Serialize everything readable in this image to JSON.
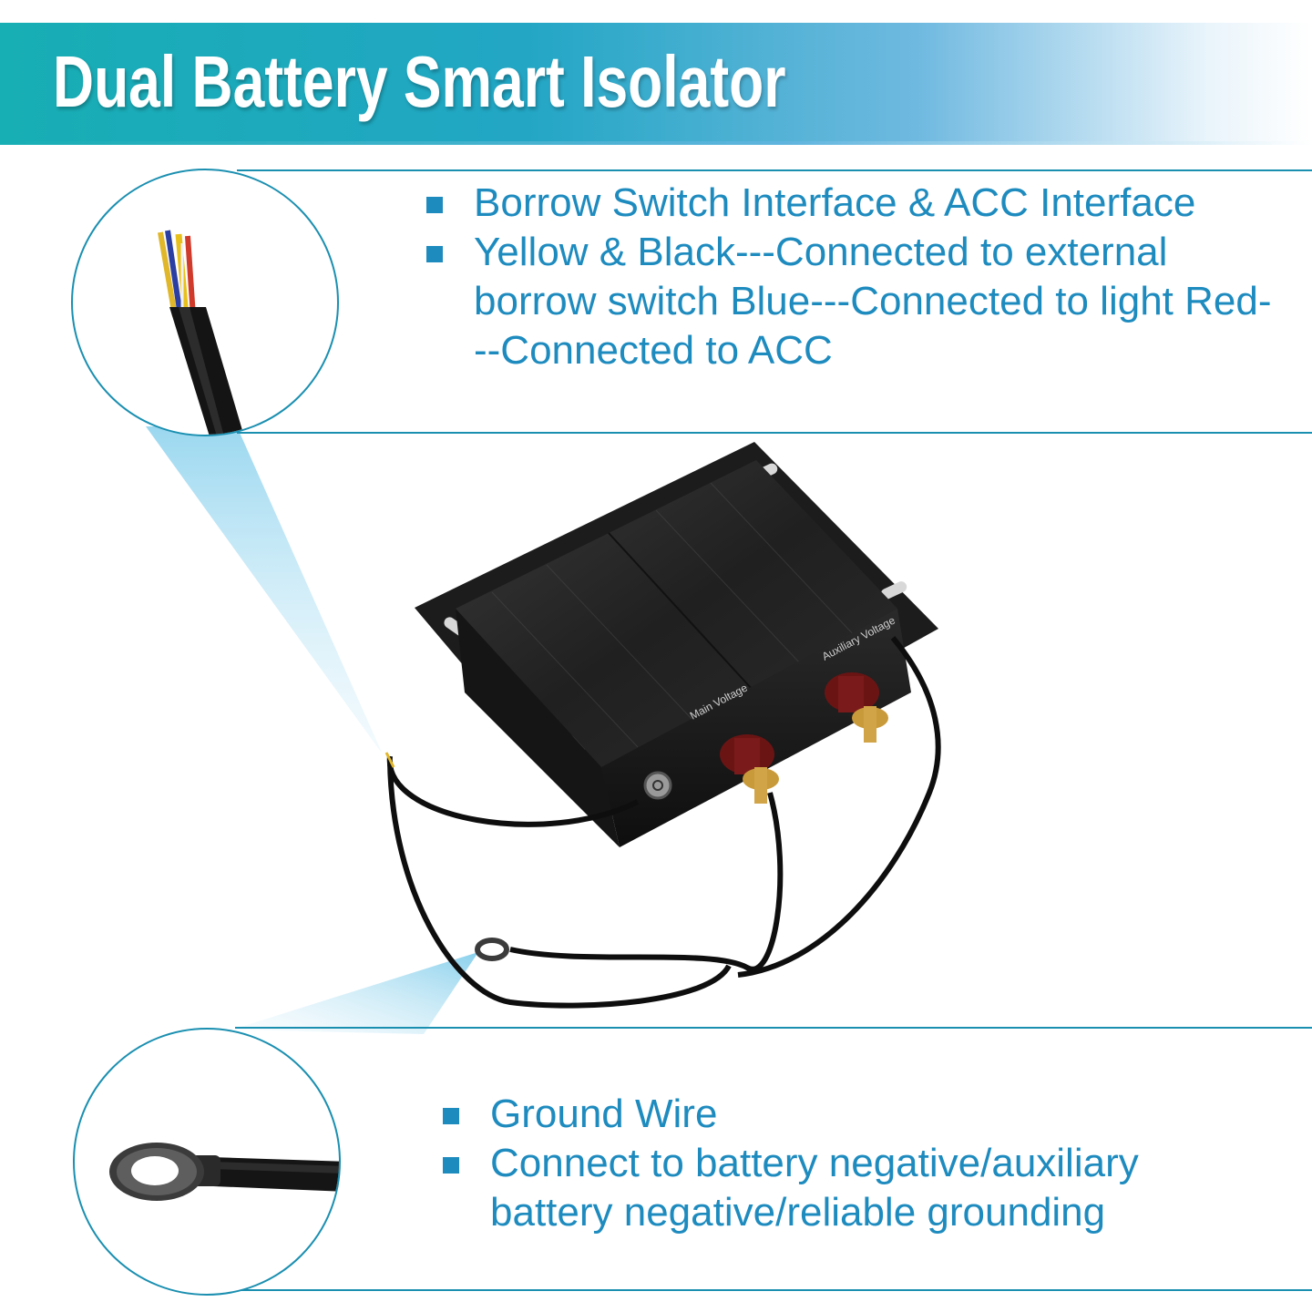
{
  "header": {
    "title": "Dual Battery Smart Isolator"
  },
  "top_callout": {
    "items": [
      {
        "text": "Borrow Switch Interface & ACC Interface"
      },
      {
        "text": "Yellow & Black---Connected to external borrow switch Blue---Connected to light Red---Connected to ACC"
      }
    ]
  },
  "bottom_callout": {
    "items": [
      {
        "text": "Ground Wire"
      },
      {
        "text": "Connect to battery negative/auxiliary battery negative/reliable grounding"
      }
    ]
  },
  "device": {
    "labels": {
      "main": "Main Voltage",
      "aux": "Auxiliary Voltage"
    }
  },
  "colors": {
    "accent": "#1e8bbf",
    "line": "#1a8fb0",
    "header_start": "#17aeb4"
  }
}
